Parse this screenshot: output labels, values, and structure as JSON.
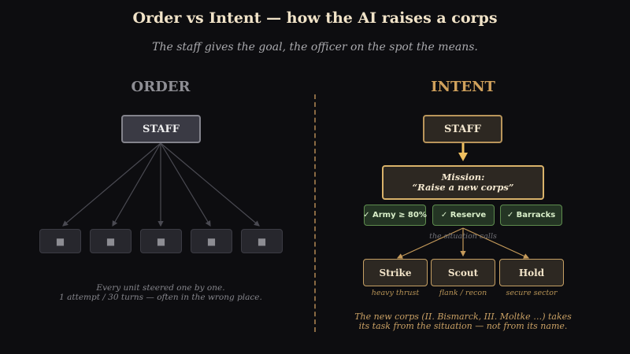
{
  "title": "Order vs Intent — how the AI raises a corps",
  "subtitle": "The staff gives the goal, the officer on the spot the means.",
  "order": {
    "heading": "ORDER",
    "staff_label": "STAFF",
    "units": [
      "■",
      "■",
      "■",
      "■",
      "■"
    ],
    "note_line1": "Every unit steered one by one.",
    "note_line2": "1 attempt / 30 turns — often in the wrong place."
  },
  "intent": {
    "heading": "INTENT",
    "staff_label": "STAFF",
    "mission_line1": "Mission:",
    "mission_line2": "“Raise a new corps”",
    "conditions": [
      "✓ Army ≥ 80%",
      "✓ Reserve",
      "✓ Barracks"
    ],
    "situation_label": "the situation calls",
    "actions": [
      {
        "label": "Strike",
        "sub": "heavy thrust"
      },
      {
        "label": "Scout",
        "sub": "flank / recon"
      },
      {
        "label": "Hold",
        "sub": "secure sector"
      }
    ],
    "note_line1": "The new corps (II. Bismarck, III. Moltke …) takes",
    "note_line2": "its task from the situation — not from its name."
  },
  "colors": {
    "background": "#0d0d10",
    "order_accent": "#8e8e94",
    "intent_accent": "#d0a15c",
    "condition_green": "#5e8c4e"
  }
}
